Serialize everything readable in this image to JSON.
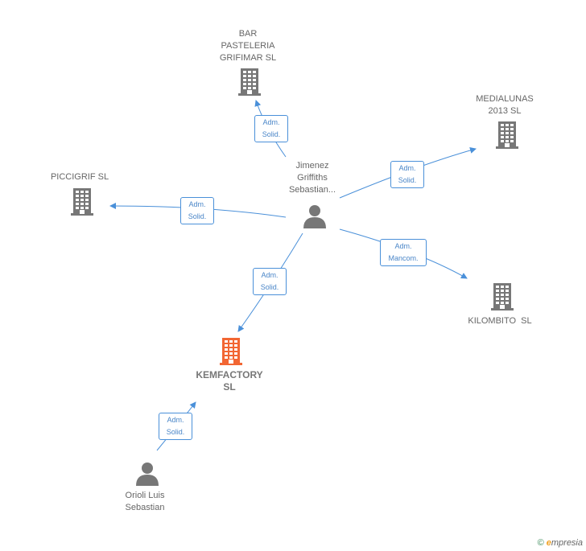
{
  "nodes": {
    "bar": {
      "label": "BAR\nPASTELERIA\nGRIFIMAR SL",
      "icon": "building-icon"
    },
    "medialunas": {
      "label": "MEDIALUNAS\n2013 SL",
      "icon": "building-icon"
    },
    "piccigrif": {
      "label": "PICCIGRIF SL",
      "icon": "building-icon"
    },
    "jimenez": {
      "label": "Jimenez\nGriffiths\nSebastian...",
      "icon": "person-icon"
    },
    "kilombito": {
      "label": "KILOMBITO  SL",
      "icon": "building-icon"
    },
    "kemfactory": {
      "label": "KEMFACTORY\nSL",
      "icon": "building-icon"
    },
    "orioli": {
      "label": "Orioli Luis\nSebastian",
      "icon": "person-icon"
    }
  },
  "edges": {
    "to_bar": {
      "line1": "Adm.",
      "line2": "Solid."
    },
    "to_medialunas": {
      "line1": "Adm.",
      "line2": "Solid."
    },
    "to_piccigrif": {
      "line1": "Adm.",
      "line2": "Solid."
    },
    "to_kilombito": {
      "line1": "Adm.",
      "line2": "Mancom."
    },
    "to_kemfactory": {
      "line1": "Adm.",
      "line2": "Solid."
    },
    "orioli_to_kemfactory": {
      "line1": "Adm.",
      "line2": "Solid."
    }
  },
  "colors": {
    "edge": "#4a90d9",
    "building": "#777777",
    "building_main": "#f26633",
    "person": "#777777"
  },
  "footer": {
    "copyright": "©",
    "brand": "mpresia",
    "brand_initial": "e"
  }
}
